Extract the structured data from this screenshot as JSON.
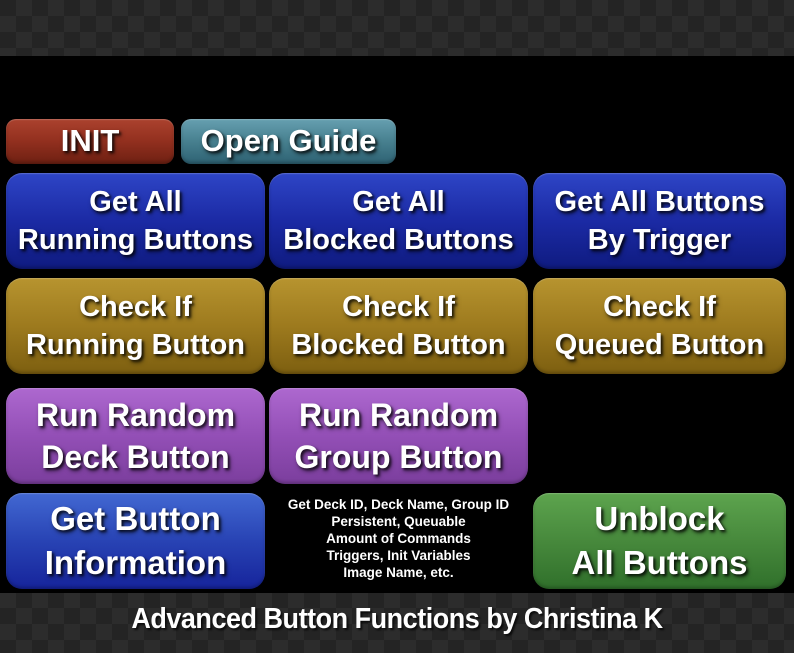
{
  "caption": "Advanced Button Functions by Christina K",
  "palette": {
    "checker_dark": "#242424",
    "checker_light": "#2c2c2c",
    "canvas": "#000000",
    "text": "#ffffff",
    "red_top": "#ab422e",
    "red_bottom": "#6e2012",
    "teal_top": "#669fb0",
    "teal_bottom": "#2e6273",
    "blue_top": "#2e45c6",
    "blue_bottom": "#0f1b80",
    "gold_top": "#b7942f",
    "gold_bottom": "#7d5f10",
    "purple_top": "#ad68cf",
    "purple_bottom": "#7b3e9d",
    "royal_blue_top": "#4268d2",
    "royal_blue_bottom": "#16249b",
    "green_top": "#5da44e",
    "green_bottom": "#30702b"
  },
  "top_row": {
    "init": {
      "label": "INIT"
    },
    "open_guide": {
      "label": "Open Guide"
    }
  },
  "grid": {
    "get_all_running": {
      "line1": "Get All",
      "line2": "Running Buttons"
    },
    "get_all_blocked": {
      "line1": "Get All",
      "line2": "Blocked Buttons"
    },
    "get_all_by_trigger": {
      "line1": "Get All Buttons",
      "line2": "By Trigger"
    },
    "check_running": {
      "line1": "Check If",
      "line2": "Running Button"
    },
    "check_blocked": {
      "line1": "Check If",
      "line2": "Blocked Button"
    },
    "check_queued": {
      "line1": "Check If",
      "line2": "Queued Button"
    },
    "run_random_deck": {
      "line1": "Run Random",
      "line2": "Deck Button"
    },
    "run_random_group": {
      "line1": "Run Random",
      "line2": "Group Button"
    },
    "get_button_info": {
      "line1": "Get Button",
      "line2": "Information"
    },
    "unblock_all": {
      "line1": "Unblock",
      "line2": "All Buttons"
    }
  },
  "info_note": {
    "lines": [
      "Get Deck ID, Deck Name, Group ID",
      "Persistent, Queuable",
      "Amount of Commands",
      "Triggers, Init Variables",
      "Image Name, etc."
    ]
  }
}
